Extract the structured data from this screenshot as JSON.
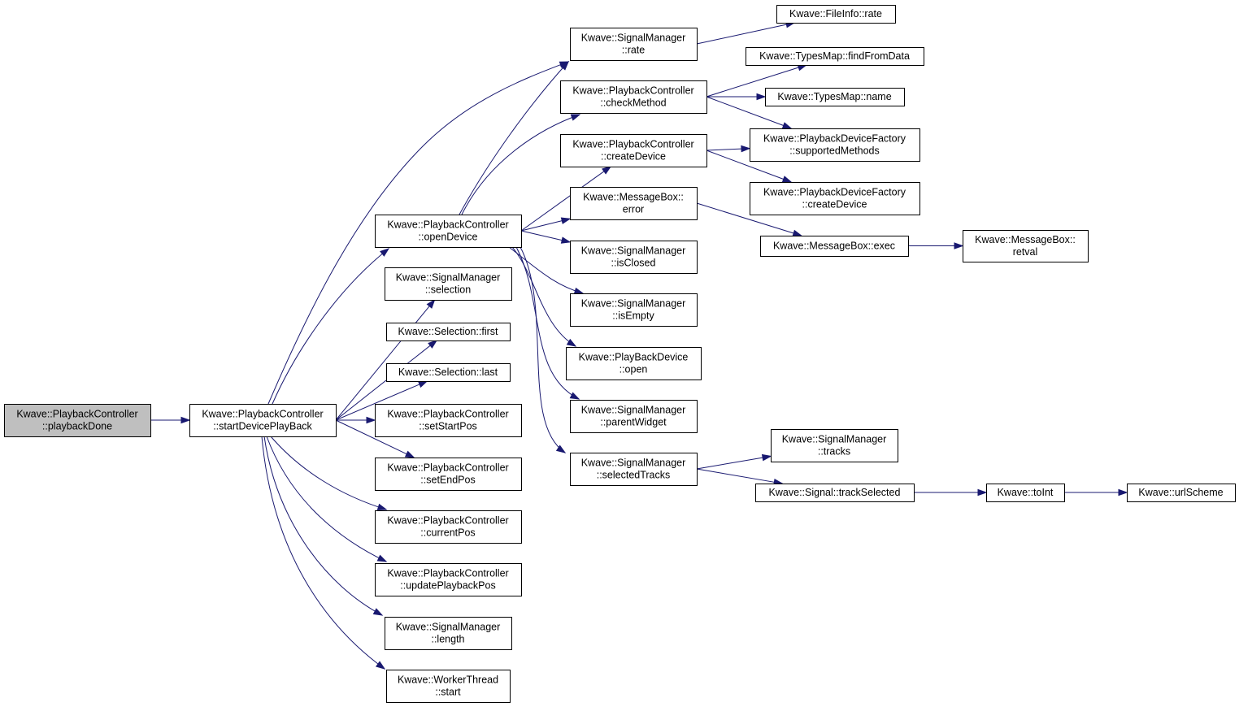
{
  "nodes": [
    {
      "id": "playbackDone",
      "lines": [
        "Kwave::PlaybackController",
        "::playbackDone"
      ],
      "root": true
    },
    {
      "id": "startDevicePlayBack",
      "lines": [
        "Kwave::PlaybackController",
        "::startDevicePlayBack"
      ]
    },
    {
      "id": "openDevice",
      "lines": [
        "Kwave::PlaybackController",
        "::openDevice"
      ]
    },
    {
      "id": "smSelection",
      "lines": [
        "Kwave::SignalManager",
        "::selection"
      ]
    },
    {
      "id": "selFirst",
      "lines": [
        "Kwave::Selection::first"
      ]
    },
    {
      "id": "selLast",
      "lines": [
        "Kwave::Selection::last"
      ]
    },
    {
      "id": "setStartPos",
      "lines": [
        "Kwave::PlaybackController",
        "::setStartPos"
      ]
    },
    {
      "id": "setEndPos",
      "lines": [
        "Kwave::PlaybackController",
        "::setEndPos"
      ]
    },
    {
      "id": "currentPos",
      "lines": [
        "Kwave::PlaybackController",
        "::currentPos"
      ]
    },
    {
      "id": "updatePlaybackPos",
      "lines": [
        "Kwave::PlaybackController",
        "::updatePlaybackPos"
      ]
    },
    {
      "id": "smLength",
      "lines": [
        "Kwave::SignalManager",
        "::length"
      ]
    },
    {
      "id": "wtStart",
      "lines": [
        "Kwave::WorkerThread",
        "::start"
      ]
    },
    {
      "id": "smRate",
      "lines": [
        "Kwave::SignalManager",
        "::rate"
      ]
    },
    {
      "id": "checkMethod",
      "lines": [
        "Kwave::PlaybackController",
        "::checkMethod"
      ]
    },
    {
      "id": "pcCreateDevice",
      "lines": [
        "Kwave::PlaybackController",
        "::createDevice"
      ]
    },
    {
      "id": "mbError",
      "lines": [
        "Kwave::MessageBox::",
        "error"
      ]
    },
    {
      "id": "smIsClosed",
      "lines": [
        "Kwave::SignalManager",
        "::isClosed"
      ]
    },
    {
      "id": "smIsEmpty",
      "lines": [
        "Kwave::SignalManager",
        "::isEmpty"
      ]
    },
    {
      "id": "pbdOpen",
      "lines": [
        "Kwave::PlayBackDevice",
        "::open"
      ]
    },
    {
      "id": "smParentWidget",
      "lines": [
        "Kwave::SignalManager",
        "::parentWidget"
      ]
    },
    {
      "id": "smSelectedTracks",
      "lines": [
        "Kwave::SignalManager",
        "::selectedTracks"
      ]
    },
    {
      "id": "fiRate",
      "lines": [
        "Kwave::FileInfo::rate"
      ]
    },
    {
      "id": "tmFindFromData",
      "lines": [
        "Kwave::TypesMap::findFromData"
      ]
    },
    {
      "id": "tmName",
      "lines": [
        "Kwave::TypesMap::name"
      ]
    },
    {
      "id": "pdfSupportedMethods",
      "lines": [
        "Kwave::PlaybackDeviceFactory",
        "::supportedMethods"
      ]
    },
    {
      "id": "pdfCreateDevice",
      "lines": [
        "Kwave::PlaybackDeviceFactory",
        "::createDevice"
      ]
    },
    {
      "id": "mbExec",
      "lines": [
        "Kwave::MessageBox::exec"
      ]
    },
    {
      "id": "mbRetval",
      "lines": [
        "Kwave::MessageBox::",
        "retval"
      ]
    },
    {
      "id": "smTracks",
      "lines": [
        "Kwave::SignalManager",
        "::tracks"
      ]
    },
    {
      "id": "sigTrackSelected",
      "lines": [
        "Kwave::Signal::trackSelected"
      ]
    },
    {
      "id": "toInt",
      "lines": [
        "Kwave::toInt"
      ]
    },
    {
      "id": "urlScheme",
      "lines": [
        "Kwave::urlScheme"
      ]
    }
  ],
  "edges": [
    {
      "from": "playbackDone",
      "to": "startDevicePlayBack"
    },
    {
      "from": "startDevicePlayBack",
      "to": "smRate"
    },
    {
      "from": "startDevicePlayBack",
      "to": "openDevice"
    },
    {
      "from": "startDevicePlayBack",
      "to": "smSelection"
    },
    {
      "from": "startDevicePlayBack",
      "to": "selFirst"
    },
    {
      "from": "startDevicePlayBack",
      "to": "selLast"
    },
    {
      "from": "startDevicePlayBack",
      "to": "setStartPos"
    },
    {
      "from": "startDevicePlayBack",
      "to": "setEndPos"
    },
    {
      "from": "startDevicePlayBack",
      "to": "currentPos"
    },
    {
      "from": "startDevicePlayBack",
      "to": "updatePlaybackPos"
    },
    {
      "from": "startDevicePlayBack",
      "to": "smLength"
    },
    {
      "from": "startDevicePlayBack",
      "to": "wtStart"
    },
    {
      "from": "openDevice",
      "to": "smRate"
    },
    {
      "from": "openDevice",
      "to": "checkMethod"
    },
    {
      "from": "openDevice",
      "to": "pcCreateDevice"
    },
    {
      "from": "openDevice",
      "to": "mbError"
    },
    {
      "from": "openDevice",
      "to": "smIsClosed"
    },
    {
      "from": "openDevice",
      "to": "smIsEmpty"
    },
    {
      "from": "openDevice",
      "to": "pbdOpen"
    },
    {
      "from": "openDevice",
      "to": "smParentWidget"
    },
    {
      "from": "openDevice",
      "to": "smSelectedTracks"
    },
    {
      "from": "smRate",
      "to": "fiRate"
    },
    {
      "from": "checkMethod",
      "to": "tmFindFromData"
    },
    {
      "from": "checkMethod",
      "to": "tmName"
    },
    {
      "from": "checkMethod",
      "to": "pdfSupportedMethods"
    },
    {
      "from": "pcCreateDevice",
      "to": "pdfSupportedMethods"
    },
    {
      "from": "pcCreateDevice",
      "to": "pdfCreateDevice"
    },
    {
      "from": "mbError",
      "to": "mbExec"
    },
    {
      "from": "mbExec",
      "to": "mbRetval"
    },
    {
      "from": "smSelectedTracks",
      "to": "smTracks"
    },
    {
      "from": "smSelectedTracks",
      "to": "sigTrackSelected"
    },
    {
      "from": "sigTrackSelected",
      "to": "toInt"
    },
    {
      "from": "toInt",
      "to": "urlScheme"
    }
  ]
}
